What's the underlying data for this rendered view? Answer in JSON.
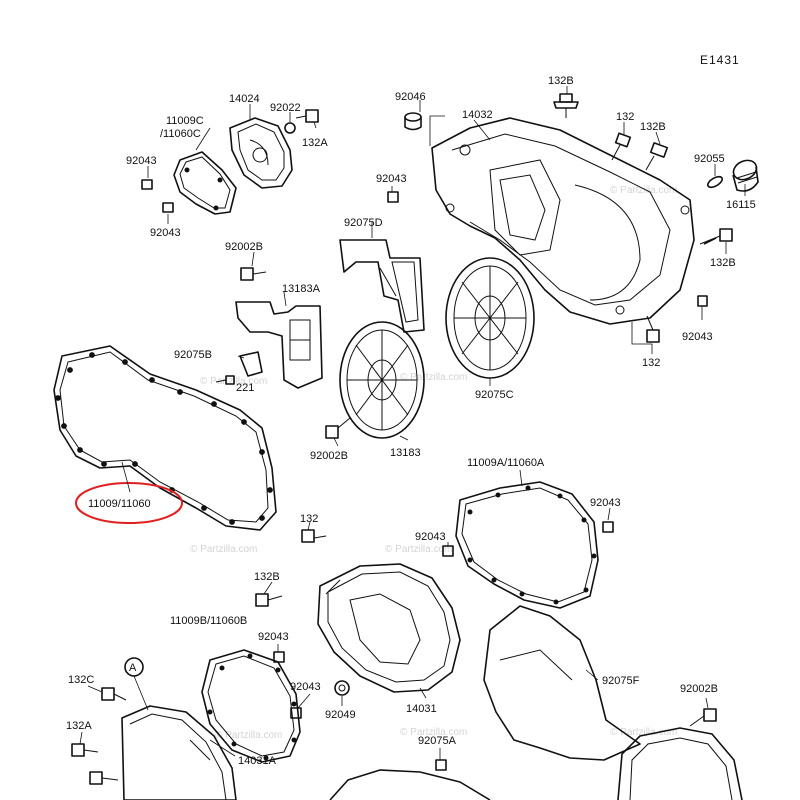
{
  "diagram": {
    "code": "E1431",
    "watermark": "© Partzilla.com",
    "highlight_color": "#e02020",
    "labels": {
      "l132B_top": "132B",
      "l92046": "92046",
      "l14032": "14032",
      "l132_tr": "132",
      "l132B_tr": "132B",
      "l92055": "92055",
      "l16115": "16115",
      "l132B_r": "132B",
      "l92043_r": "92043",
      "l132_r": "132",
      "l11009C": "11009C",
      "l11060C": "/11060C",
      "l14024": "14024",
      "l92022": "92022",
      "l132A_top": "132A",
      "l92043_tl1": "92043",
      "l92043_tl2": "92043",
      "l92043_mid": "92043",
      "l92075D": "92075D",
      "l92002B_tl": "92002B",
      "l13183A": "13183A",
      "l92075B": "92075B",
      "l221": "221",
      "l92075C": "92075C",
      "l92002B_mid": "92002B",
      "l13183": "13183",
      "l11009_11060": "11009/11060",
      "l11009A": "11009A/11060A",
      "l92043_mr": "92043",
      "l92043_mc": "92043",
      "l132_mid": "132",
      "l132B_mid": "132B",
      "l11009B": "11009B/11060B",
      "l92043_bl1": "92043",
      "l92043_bl2": "92043",
      "l92049": "92049",
      "l14031": "14031",
      "l92075F": "92075F",
      "l92002B_br": "92002B",
      "l132C": "132C",
      "l132A_bl": "132A",
      "l14031A": "14031A",
      "l92075A": "92075A",
      "marker_A": "A"
    }
  }
}
